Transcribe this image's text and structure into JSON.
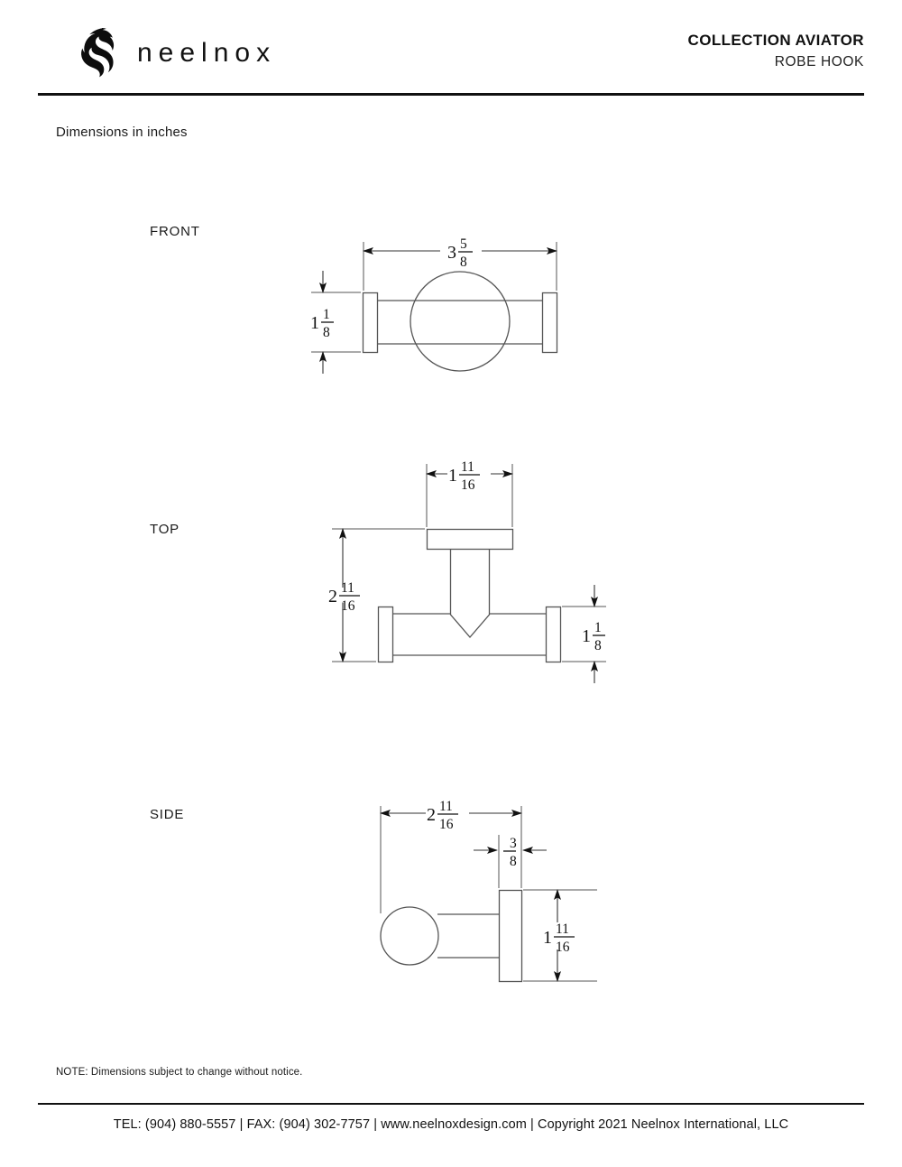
{
  "header": {
    "logo_word": "neelnox",
    "logo_icon": "horse-head-logo",
    "collection": "COLLECTION AVIATOR",
    "product": "ROBE HOOK"
  },
  "body": {
    "units_note": "Dimensions in inches",
    "views": {
      "front": "FRONT",
      "top": "TOP",
      "side": "SIDE"
    }
  },
  "dimensions": {
    "front": {
      "width": {
        "whole": "3",
        "num": "5",
        "den": "8"
      },
      "height": {
        "whole": "1",
        "num": "1",
        "den": "8"
      }
    },
    "top": {
      "plate_width": {
        "whole": "1",
        "num": "11",
        "den": "16"
      },
      "depth": {
        "whole": "2",
        "num": "11",
        "den": "16"
      },
      "bar_height": {
        "whole": "1",
        "num": "1",
        "den": "8"
      }
    },
    "side": {
      "projection": {
        "whole": "2",
        "num": "11",
        "den": "16"
      },
      "plate_thickness": {
        "whole": "",
        "num": "3",
        "den": "8"
      },
      "plate_height": {
        "whole": "1",
        "num": "11",
        "den": "16"
      }
    }
  },
  "footer": {
    "note": "NOTE: Dimensions subject to change without notice.",
    "contact": "TEL: (904) 880-5557 | FAX: (904) 302-7757 | www.neelnoxdesign.com | Copyright 2021 Neelnox International, LLC"
  },
  "colors": {
    "rule": "#111111",
    "line": "#555555",
    "text": "#1a1a1a"
  }
}
